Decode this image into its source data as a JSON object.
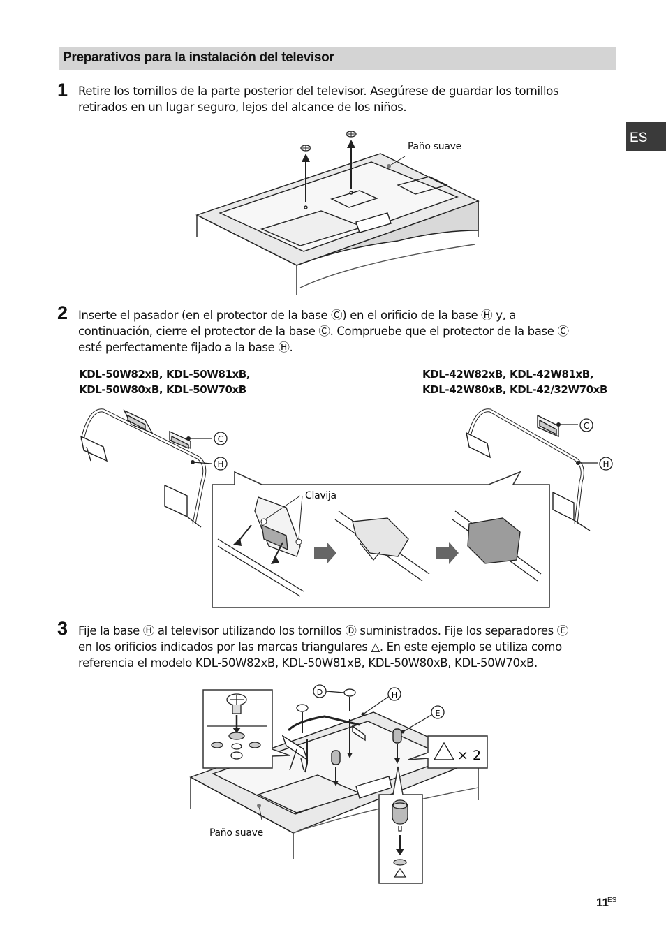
{
  "header": {
    "title": "Preparativos para la instalación del televisor"
  },
  "language_tab": "ES",
  "steps": [
    {
      "number": "1",
      "lines": [
        "Retire los tornillos de la parte posterior del televisor. Asegúrese de guardar los tornillos",
        "retirados en un lugar seguro, lejos del alcance de los niños."
      ]
    },
    {
      "number": "2",
      "lines": [
        "Inserte el pasador (en el protector de la base Ⓒ) en el orificio de la base Ⓗ y, a",
        "continuación, cierre el protector de la base Ⓒ. Compruebe que el protector de la base Ⓒ",
        "esté perfectamente fijado a la base Ⓗ."
      ]
    },
    {
      "number": "3",
      "lines": [
        "Fije la base Ⓗ al televisor utilizando los tornillos Ⓓ suministrados. Fije los separadores Ⓔ",
        "en los orificios indicados por las marcas triangulares △. En este ejemplo se utiliza como",
        "referencia el modelo KDL-50W82xB, KDL-50W81xB, KDL-50W80xB, KDL-50W70xB."
      ]
    }
  ],
  "figures": {
    "soft_cloth": "Paño suave",
    "pin": "Clavija",
    "label_c": "C",
    "label_h": "H",
    "label_d": "D",
    "label_e": "E",
    "times_two": "× 2",
    "models_left": [
      "KDL-50W82xB, KDL-50W81xB,",
      "KDL-50W80xB, KDL-50W70xB"
    ],
    "models_right": [
      "KDL-42W82xB, KDL-42W81xB,",
      "KDL-42W80xB, KDL-42/32W70xB"
    ]
  },
  "footer": {
    "page": "11",
    "suffix": "ES"
  }
}
